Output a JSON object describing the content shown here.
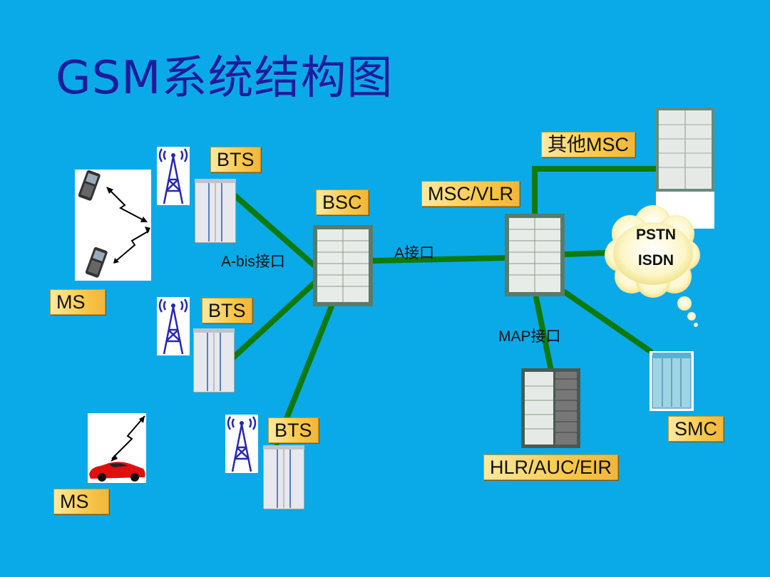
{
  "title": "GSM系统结构图",
  "labels": {
    "bts1": "BTS",
    "bts2": "BTS",
    "bts3": "BTS",
    "bsc": "BSC",
    "msc_vlr": "MSC/VLR",
    "other_msc": "其他MSC",
    "ms1": "MS",
    "ms2": "MS",
    "smc": "SMC",
    "hlr": "HLR/AUC/EIR"
  },
  "interfaces": {
    "abis": "A-bis接口",
    "a": "A接口",
    "map": "MAP接口"
  },
  "cloud": {
    "line1": "PSTN",
    "line2": "ISDN"
  },
  "colors": {
    "background": "#0aaae8",
    "link": "#0e7a0e",
    "title": "#1d1c9c",
    "label_fill": "#f8c94a"
  }
}
